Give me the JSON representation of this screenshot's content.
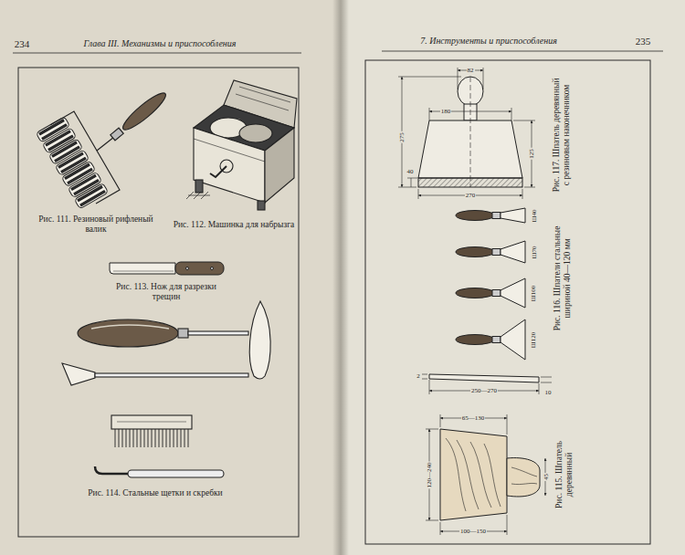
{
  "diagram": {
    "labels": [
      "234",
      "Глава III. Механизмы и приспособления",
      "Рис. 111. Резиновый рифленый валик",
      "Рис. 112. Машинка для набрызга",
      "Рис. 113. Нож для разрезки трещин",
      "Рис. 114. Стальные щетки и скребки",
      "7. Инструменты и приспособления",
      "235",
      "Рис. 117. Шпатель деревянный с резиновым наконечником",
      "275",
      "180",
      "125",
      "82",
      "270",
      "40",
      "Рис. 116. Шпатели стальные шириной 40—120 мм",
      "Ш40",
      "Ш70",
      "Ш100",
      "Ш120",
      "Рис. 115. Шпатель деревянный",
      "250—270",
      "10",
      "2",
      "65—130",
      "100—150",
      "120—240",
      "45"
    ]
  }
}
